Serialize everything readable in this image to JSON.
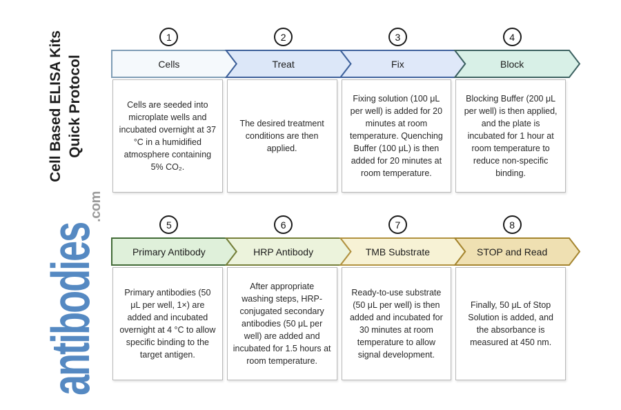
{
  "page": {
    "background": "#ffffff"
  },
  "sidebar": {
    "title_line1": "Cell Based ELISA Kits",
    "title_line2": "Quick Protocol",
    "title_color": "#1d1d1d",
    "logo_text": "antibodies",
    "logo_suffix": ".com",
    "logo_color": "#5589c2",
    "logo_suffix_color": "#9b9b9b"
  },
  "protocol": {
    "rows": [
      {
        "steps": [
          {
            "number": "1",
            "label": "Cells",
            "fill": "#f5f9fc",
            "border": "#7e9cb5",
            "description": "Cells are seeded into microplate wells and incubated overnight at 37 °C in a humidified atmosphere containing 5% CO₂."
          },
          {
            "number": "2",
            "label": "Treat",
            "fill": "#dce7f8",
            "border": "#3c5f99",
            "description": "The desired treatment conditions are then applied."
          },
          {
            "number": "3",
            "label": "Fix",
            "fill": "#dfe8f9",
            "border": "#3f629c",
            "description": "Fixing solution (100 μL per well) is added for 20 minutes at room temperature. Quenching Buffer (100 μL) is then added for 20 minutes at room temperature."
          },
          {
            "number": "4",
            "label": "Block",
            "fill": "#d8f0e7",
            "border": "#3c6160",
            "description": "Blocking Buffer (200 μL per well) is then applied, and the plate is incubated for 1 hour at room temperature to reduce non-specific binding."
          }
        ]
      },
      {
        "steps": [
          {
            "number": "5",
            "label": "Primary Antibody",
            "fill": "#dff0da",
            "border": "#426b37",
            "description": "Primary antibodies (50 μL per well, 1×) are added and incubated overnight at 4 °C to allow specific binding to the target antigen."
          },
          {
            "number": "6",
            "label": "HRP Antibody",
            "fill": "#ecf3dc",
            "border": "#77803a",
            "description": "After appropriate washing steps, HRP-conjugated secondary antibodies (50 μL per well) are added and incubated for 1.5 hours at room temperature."
          },
          {
            "number": "7",
            "label": "TMB Substrate",
            "fill": "#f7f2d5",
            "border": "#b29240",
            "description": "Ready-to-use substrate (50 μL per well) is then added and incubated for 30 minutes at room temperature to allow signal development."
          },
          {
            "number": "8",
            "label": "STOP and Read",
            "fill": "#efe0b2",
            "border": "#a5852f",
            "description": "Finally, 50 μL of Stop Solution is added, and the absorbance is measured at 450 nm."
          }
        ]
      }
    ]
  }
}
